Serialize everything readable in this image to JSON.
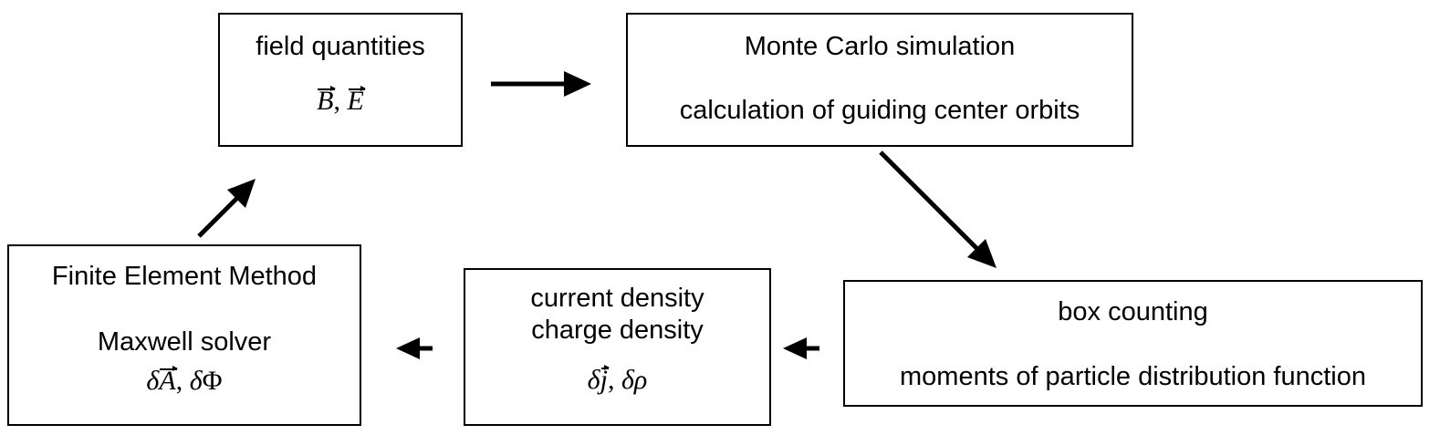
{
  "boxes": {
    "field": {
      "title": "field quantities",
      "math_1": "B",
      "sep": ", ",
      "math_2": "E"
    },
    "montecarlo": {
      "title": "Monte Carlo simulation",
      "subtitle": "calculation of guiding center orbits"
    },
    "boxcount": {
      "title": "box counting",
      "subtitle": "moments of particle distribution function"
    },
    "density": {
      "line1": "current density",
      "line2": "charge density",
      "math_delta_1": "δ",
      "math_1": "j",
      "sep": ", ",
      "math_2": "δρ"
    },
    "fem": {
      "title": "Finite Element Method",
      "subtitle": "Maxwell solver",
      "math_delta_1": "δ",
      "math_1": "A",
      "sep": ", ",
      "math_2_delta": "δ",
      "math_2": "Φ"
    }
  }
}
